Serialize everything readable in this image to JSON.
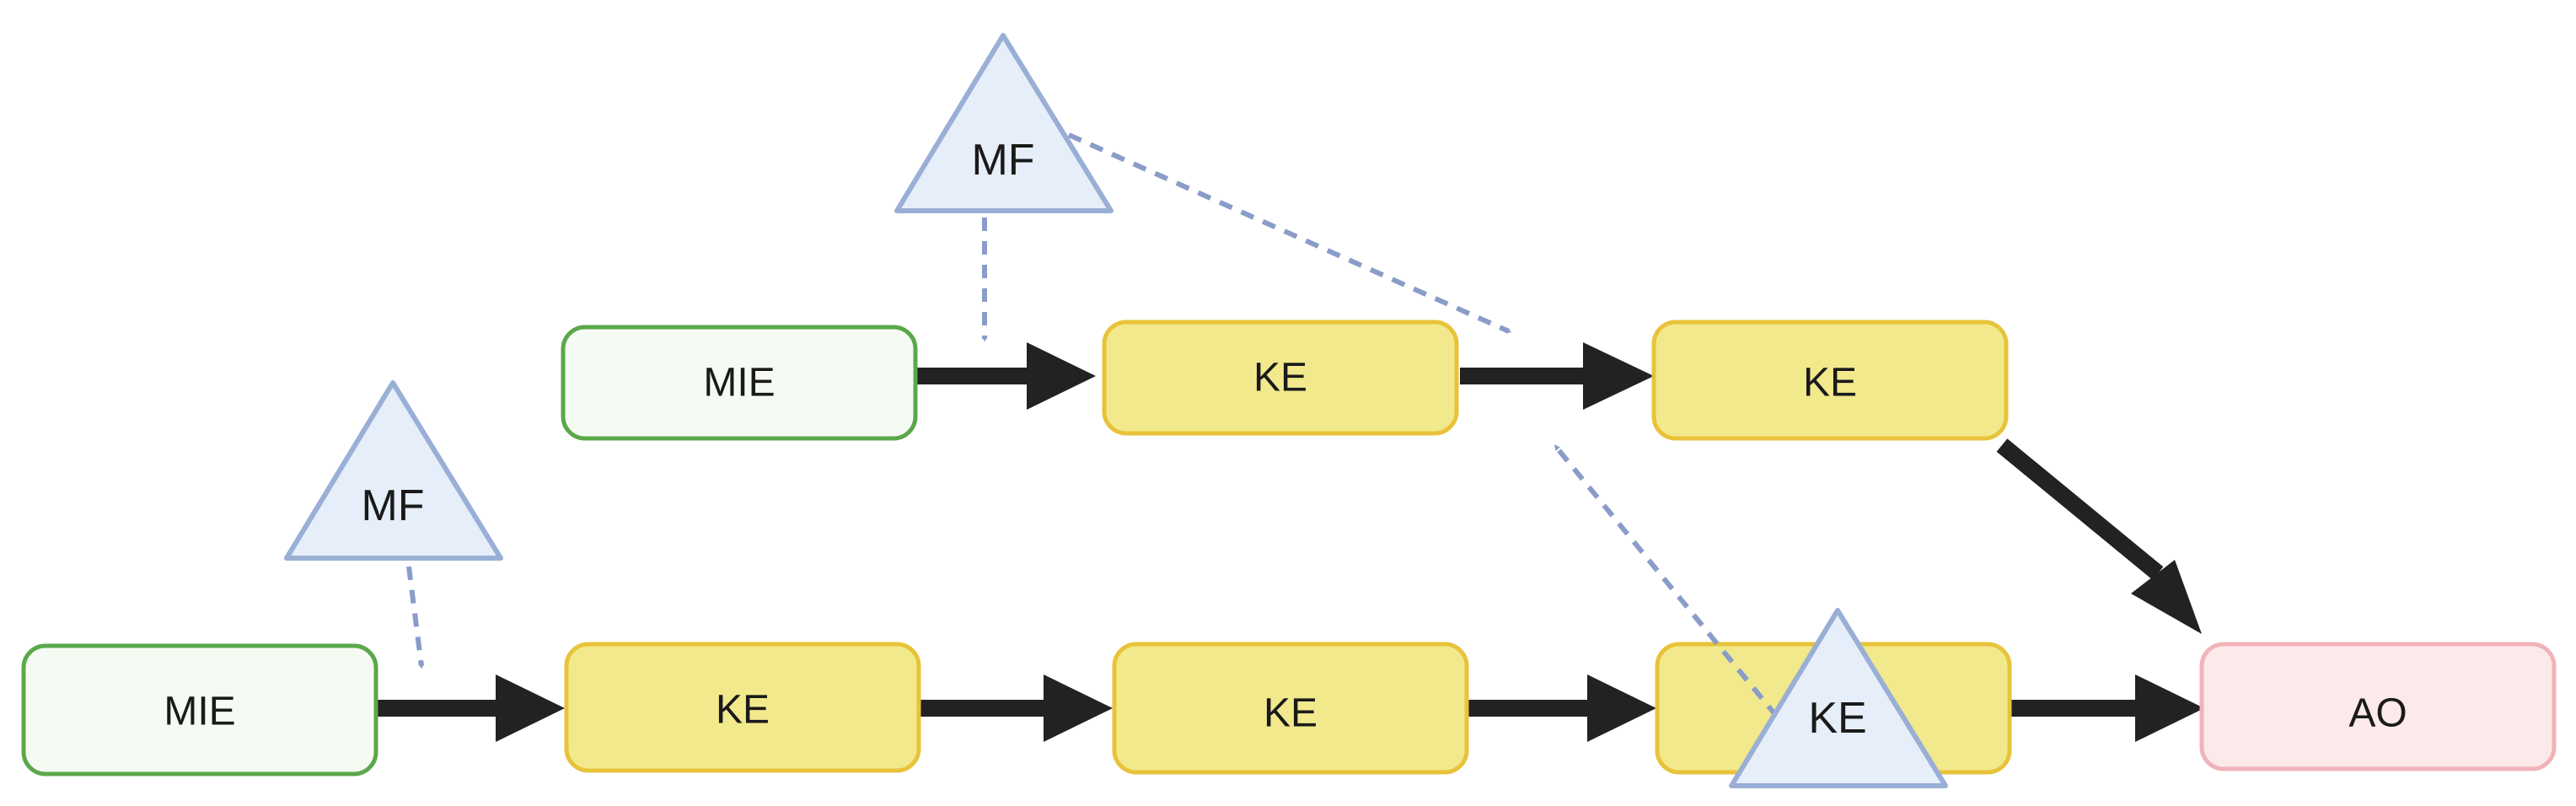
{
  "colors": {
    "mie_fill": "#f5fbf3",
    "mie_stroke": "#5aa84a",
    "ke_fill": "#f2e98c",
    "ke_stroke": "#e8c33a",
    "ao_fill": "#fce9ea",
    "ao_stroke": "#f0b3b8",
    "mf_fill": "#e6eef9",
    "mf_stroke": "#9aafd6",
    "solid_arrow": "#222222",
    "dashed_arrow": "#8a9cc8"
  },
  "nodes": {
    "top_mie": "MIE",
    "top_ke_1": "KE",
    "top_ke_2": "KE",
    "bottom_mie": "MIE",
    "bottom_ke_1": "KE",
    "bottom_ke_2": "KE",
    "bottom_ke_3": "",
    "ao": "AO"
  },
  "modulating_factors": {
    "top_mf": "MF",
    "left_mf": "MF",
    "bottom_ke_triangle": "KE"
  }
}
